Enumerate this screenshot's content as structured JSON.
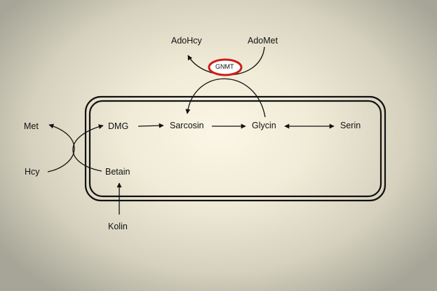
{
  "diagram": {
    "nodes": {
      "adohcy": "AdoHcy",
      "adomet": "AdoMet",
      "met": "Met",
      "hcy": "Hcy",
      "dmg": "DMG",
      "sarcosin": "Sarcosin",
      "glycin": "Glycin",
      "serin": "Serin",
      "betain": "Betain",
      "kolin": "Kolin"
    },
    "enzyme": {
      "label": "GNMT",
      "color": "#cc1f1a"
    },
    "colors": {
      "line": "#111111"
    }
  }
}
